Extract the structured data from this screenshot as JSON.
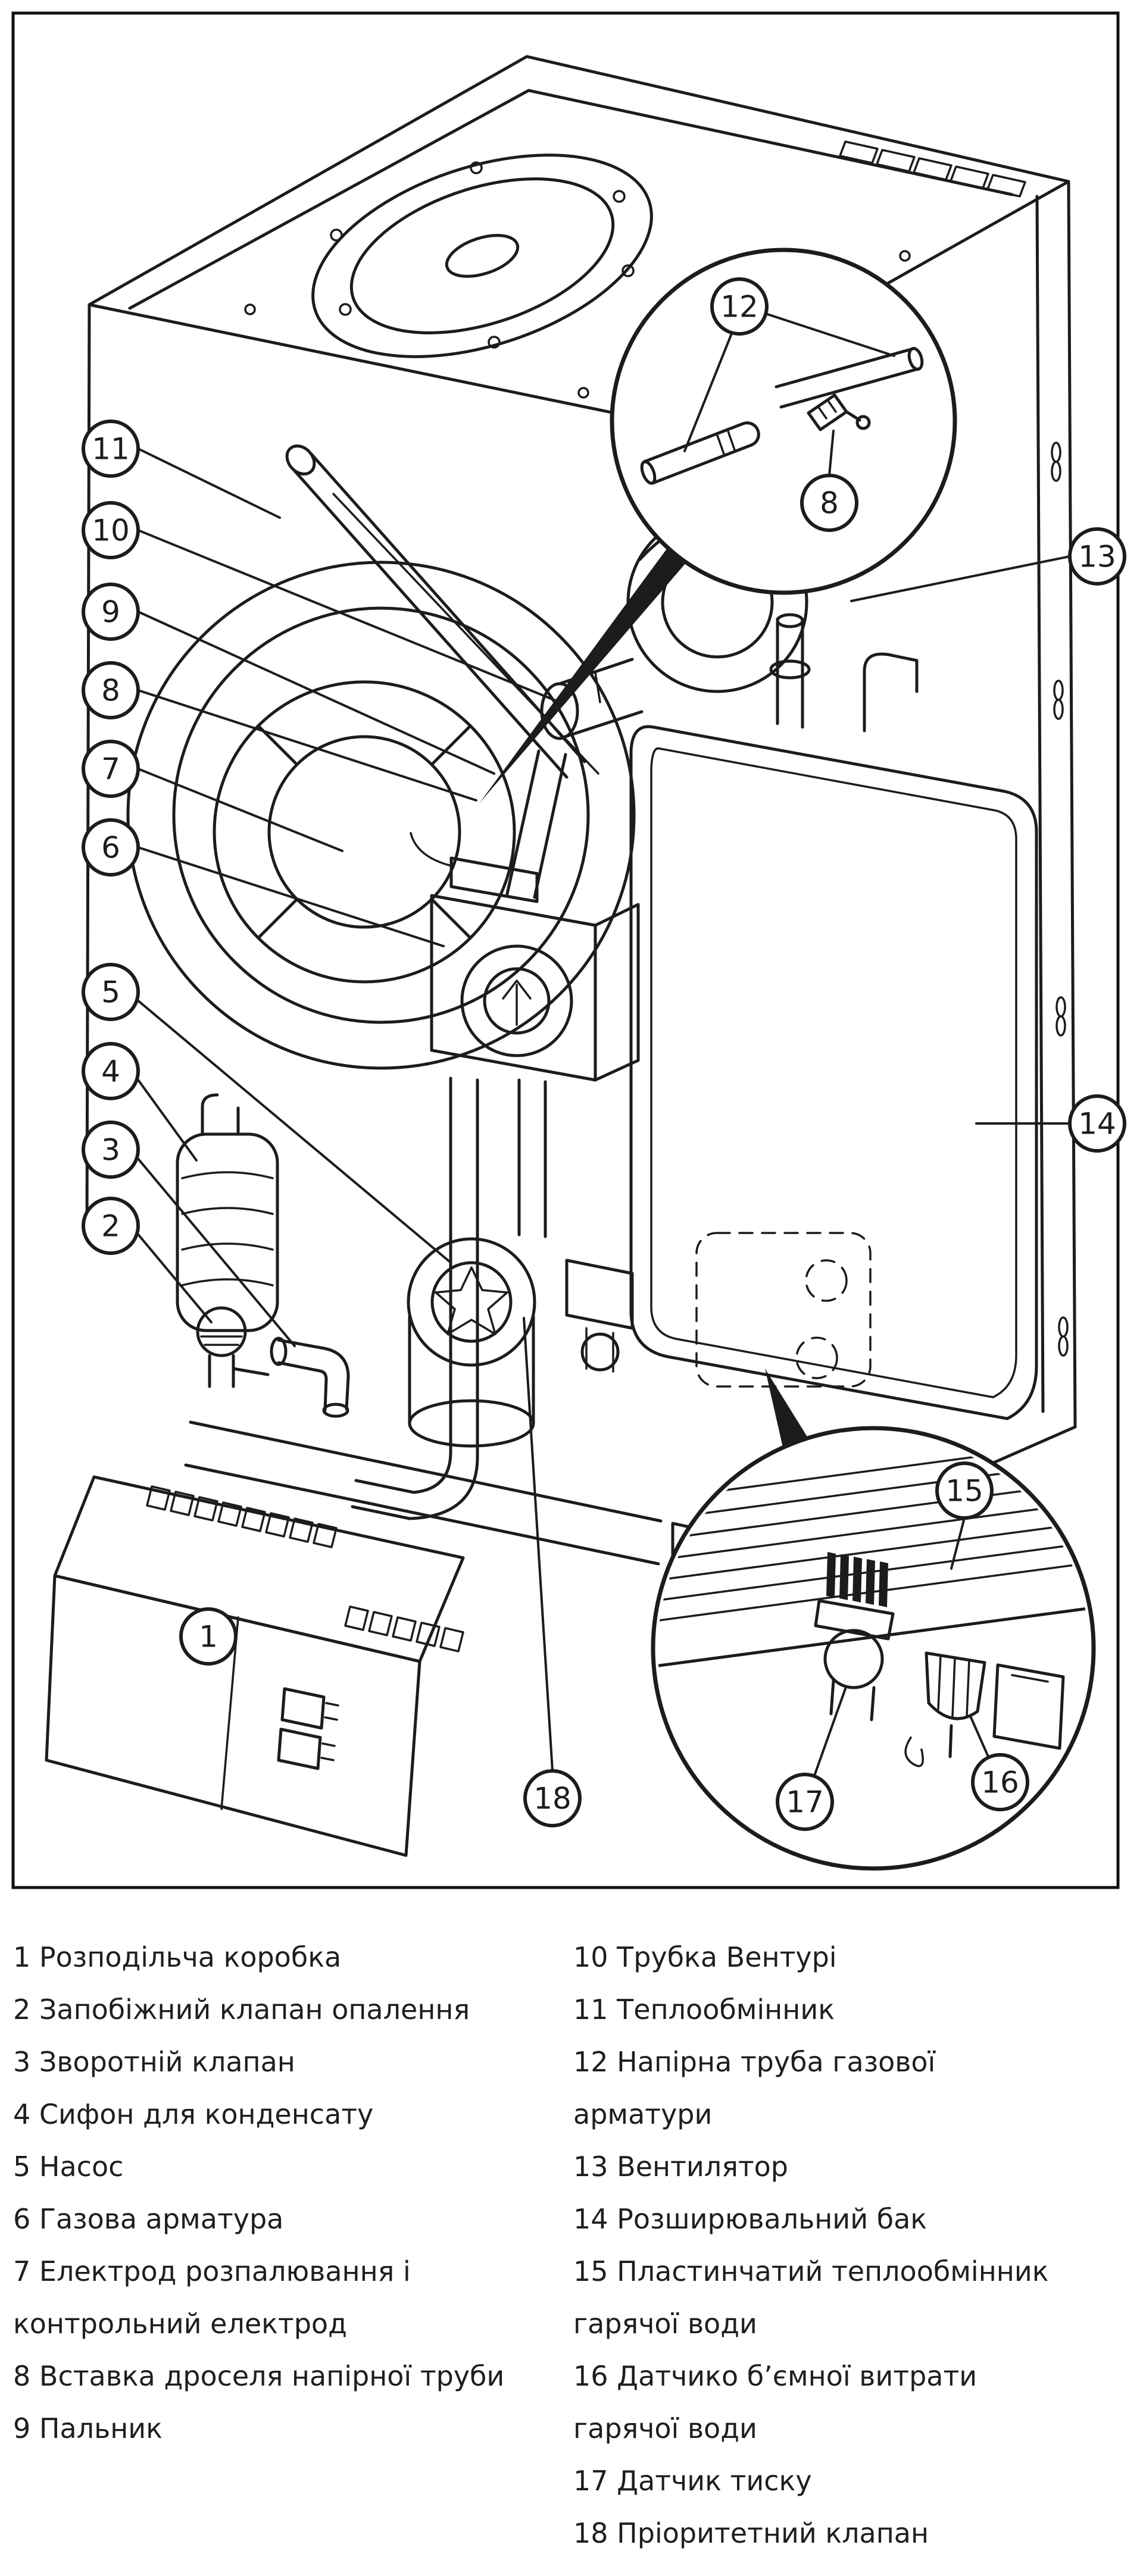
{
  "figure": {
    "description": "Exploded technical line drawing of a gas boiler interior with numbered callouts and two magnified detail circles",
    "colors": {
      "line": "#1c1c1c",
      "background": "#ffffff"
    },
    "callouts": {
      "c1": "1",
      "c2": "2",
      "c3": "3",
      "c4": "4",
      "c5": "5",
      "c6": "6",
      "c7": "7",
      "c8": "8",
      "c9": "9",
      "c10": "10",
      "c11": "11",
      "c12": "12",
      "c13": "13",
      "c14": "14",
      "c15": "15",
      "c16": "16",
      "c17": "17",
      "c18": "18"
    }
  },
  "legend": {
    "left": [
      {
        "num": "1",
        "text": "Розподільча коробка"
      },
      {
        "num": "2",
        "text": "Запобіжний клапан опалення"
      },
      {
        "num": "3",
        "text": "Зворотній клапан"
      },
      {
        "num": "4",
        "text": "Сифон для конденсату"
      },
      {
        "num": "5",
        "text": "Насос"
      },
      {
        "num": "6",
        "text": "Газова арматура"
      },
      {
        "num": "7",
        "text": "Електрод розпалювання і контрольний електрод"
      },
      {
        "num": "8",
        "text": "Вставка дроселя напірної труби"
      },
      {
        "num": "9",
        "text": "Пальник"
      }
    ],
    "right": [
      {
        "num": "10",
        "text": "Трубка Вентурі"
      },
      {
        "num": "11",
        "text": "Теплообмінник"
      },
      {
        "num": "12",
        "text": "Напірна труба газової арматури"
      },
      {
        "num": "13",
        "text": "Вентилятор"
      },
      {
        "num": "14",
        "text": "Розширювальний бак"
      },
      {
        "num": "15",
        "text": "Пластинчатий теплообмінник гарячої води"
      },
      {
        "num": "16",
        "text": "Датчико б’ємної витрати гарячої води"
      },
      {
        "num": "17",
        "text": "Датчик тиску"
      },
      {
        "num": "18",
        "text": "Пріоритетний клапан"
      }
    ]
  }
}
